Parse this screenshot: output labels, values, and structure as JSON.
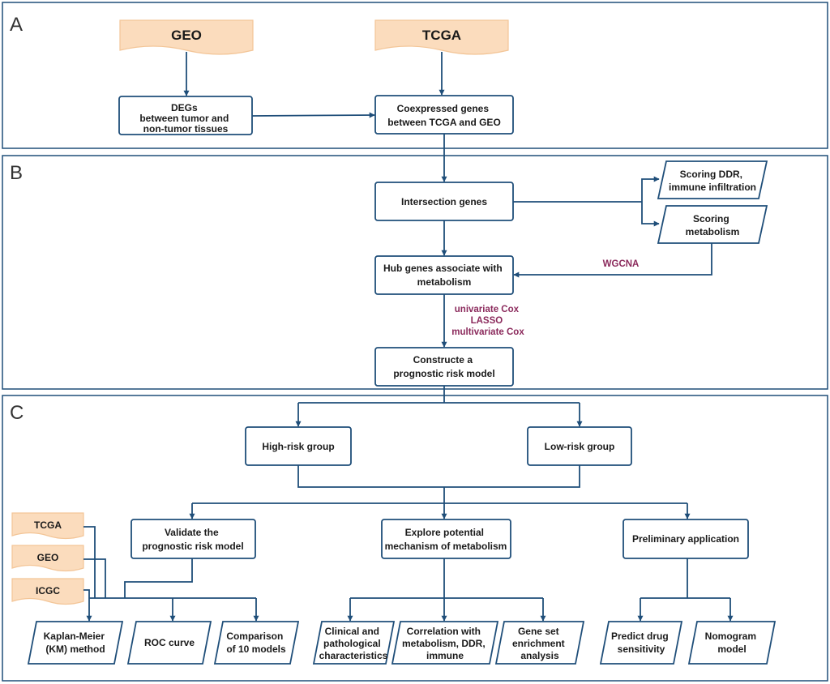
{
  "panels": {
    "a": "A",
    "b": "B",
    "c": "C"
  },
  "sources": {
    "geo": "GEO",
    "tcga": "TCGA",
    "small_tcga": "TCGA",
    "small_geo": "GEO",
    "small_icgc": "ICGC"
  },
  "nodes": {
    "degs": [
      "DEGs",
      "between tumor and",
      "non-tumor tissues"
    ],
    "coexpressed": [
      "Coexpressed genes",
      "between TCGA and GEO"
    ],
    "intersection": [
      "Intersection genes"
    ],
    "scoring_ddr": [
      "Scoring DDR,",
      "immune infiltration"
    ],
    "scoring_metabolism": [
      "Scoring",
      "metabolism"
    ],
    "hub_genes": [
      "Hub genes associate with",
      "metabolism"
    ],
    "risk_model": [
      "Constructe a",
      "prognostic risk model"
    ],
    "high_risk": [
      "High-risk group"
    ],
    "low_risk": [
      "Low-risk group"
    ],
    "validate": [
      "Validate the",
      "prognostic risk model"
    ],
    "explore": [
      "Explore potential",
      "mechanism of metabolism"
    ],
    "preliminary": [
      "Preliminary application"
    ],
    "km": [
      "Kaplan-Meier",
      "(KM) method"
    ],
    "roc": [
      "ROC curve"
    ],
    "comparison": [
      "Comparison",
      "of 10 models"
    ],
    "clinical": [
      "Clinical and",
      "pathological",
      "characteristics"
    ],
    "correlation": [
      "Correlation with",
      "metabolism, DDR,",
      "immune"
    ],
    "gsea": [
      "Gene set",
      "enrichment",
      "analysis"
    ],
    "drug": [
      "Predict drug",
      "sensitivity"
    ],
    "nomogram": [
      "Nomogram",
      "model"
    ]
  },
  "edge_labels": {
    "wgcna": "WGCNA",
    "cox": [
      "univariate Cox",
      "LASSO",
      "multivariate Cox"
    ]
  },
  "colors": {
    "border": "#1f4e79",
    "source_fill": "#fbdcbd",
    "edge_label": "#8b2a5c"
  }
}
